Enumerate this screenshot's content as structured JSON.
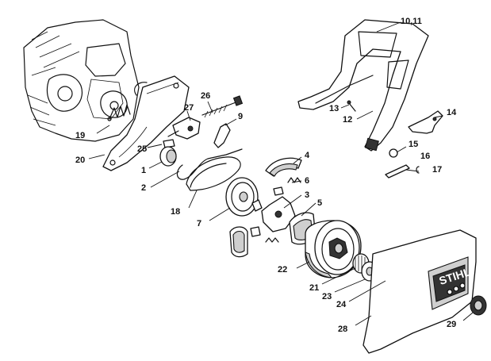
{
  "brand": "STIHL",
  "callouts": [
    {
      "id": "10,11",
      "label": "10,11"
    },
    {
      "id": "26",
      "label": "26"
    },
    {
      "id": "27",
      "label": "27"
    },
    {
      "id": "9",
      "label": "9"
    },
    {
      "id": "13",
      "label": "13"
    },
    {
      "id": "12",
      "label": "12"
    },
    {
      "id": "14",
      "label": "14"
    },
    {
      "id": "19",
      "label": "19"
    },
    {
      "id": "25",
      "label": "25"
    },
    {
      "id": "20",
      "label": "20"
    },
    {
      "id": "1",
      "label": "1"
    },
    {
      "id": "2",
      "label": "2"
    },
    {
      "id": "4",
      "label": "4"
    },
    {
      "id": "15",
      "label": "15"
    },
    {
      "id": "16",
      "label": "16"
    },
    {
      "id": "17",
      "label": "17"
    },
    {
      "id": "6",
      "label": "6"
    },
    {
      "id": "3",
      "label": "3"
    },
    {
      "id": "5",
      "label": "5"
    },
    {
      "id": "18",
      "label": "18"
    },
    {
      "id": "7",
      "label": "7"
    },
    {
      "id": "22",
      "label": "22"
    },
    {
      "id": "21",
      "label": "21"
    },
    {
      "id": "23",
      "label": "23"
    },
    {
      "id": "24",
      "label": "24"
    },
    {
      "id": "29",
      "label": "29"
    },
    {
      "id": "28",
      "label": "28"
    }
  ]
}
